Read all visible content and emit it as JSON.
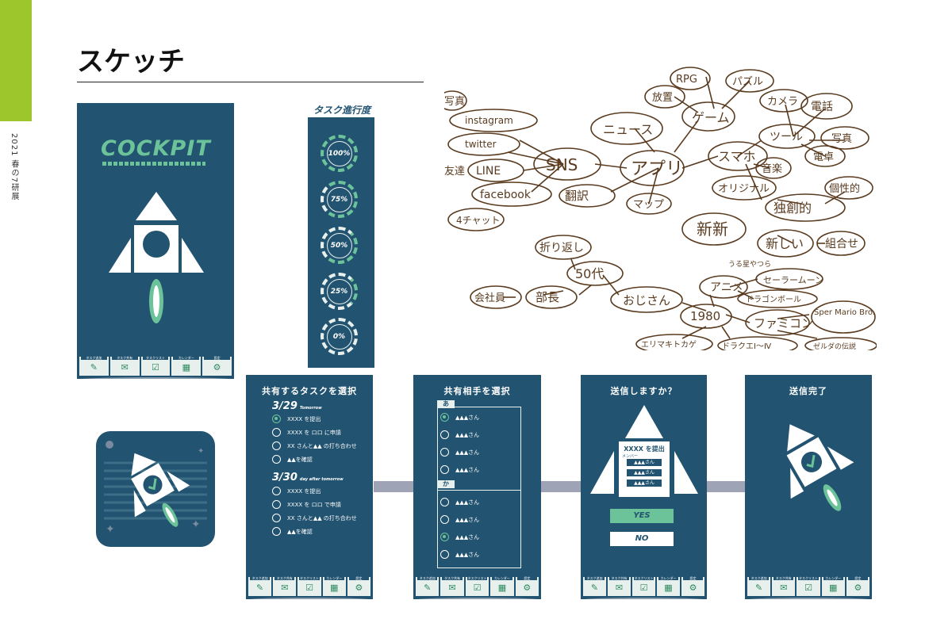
{
  "sidebar": {
    "label": "2021 春の7研展",
    "accent_color": "#9dc62c"
  },
  "page_title": "スケッチ",
  "cockpit": {
    "logo": "COCKPIT"
  },
  "progress": {
    "title": "タスク進行度",
    "levels": [
      "100%",
      "75%",
      "50%",
      "25%",
      "0%"
    ]
  },
  "nav": {
    "tabs": [
      {
        "label": "タスク追加",
        "icon": "pencil-icon"
      },
      {
        "label": "タスク共有",
        "icon": "mail-icon"
      },
      {
        "label": "タスクリスト",
        "icon": "checklist-icon"
      },
      {
        "label": "カレンダー",
        "icon": "calendar-icon"
      },
      {
        "label": "設定",
        "icon": "gear-icon"
      }
    ]
  },
  "screen_task": {
    "title": "共有するタスクを選択",
    "groups": [
      {
        "date": "3/29",
        "sub": "Tomorrow",
        "items": [
          "XXXX を提出",
          "XXXX を ロロ に申請",
          "XX さんと▲▲ の打ち合わせ",
          "▲▲を確認"
        ]
      },
      {
        "date": "3/30",
        "sub": "day after tomorrow",
        "items": [
          "XXXX を提出",
          "XXXX を ロロ で申請",
          "XX さんと▲▲ の打ち合わせ",
          "▲▲を確認"
        ]
      }
    ]
  },
  "screen_partner": {
    "title": "共有相手を選択",
    "sections": [
      {
        "head": "あ",
        "items": [
          "▲▲▲さん",
          "▲▲▲さん",
          "▲▲▲さん",
          "▲▲▲さん"
        ]
      },
      {
        "head": "か",
        "items": [
          "▲▲▲さん",
          "▲▲▲さん",
          "▲▲▲さん",
          "▲▲▲さん"
        ]
      }
    ]
  },
  "screen_send": {
    "title": "送信しますか？",
    "card_title": "XXXX を提出",
    "member_label": "メンバー",
    "members": [
      "▲▲▲さん",
      "▲▲▲さん",
      "▲▲▲さん"
    ],
    "yes": "YES",
    "no": "NO"
  },
  "screen_done": {
    "title": "送信完了"
  },
  "mindmap": {
    "nodes": [
      "写真",
      "instagram",
      "twitter",
      "LINE",
      "facebook",
      "4チャット",
      "SNS",
      "ニュース",
      "アプリ",
      "翻訳",
      "マップ",
      "ゲーム",
      "RPG",
      "パズル",
      "放置",
      "カメラ",
      "電話",
      "ツール",
      "写真",
      "電卓",
      "スマホ",
      "音楽",
      "オリジナル",
      "独創的",
      "個性的",
      "新新",
      "新しい",
      "組合せ",
      "折り返し",
      "50代",
      "会社員",
      "部長",
      "おじさん",
      "アニメ",
      "セーラームーン",
      "うる星やつら",
      "ドラゴンボール",
      "1980",
      "ファミコン",
      "Sper Mario Bro.",
      "エリマキトカゲ",
      "ドラクエⅠ〜Ⅳ",
      "ゼルダの伝説",
      "友達"
    ]
  },
  "colors": {
    "screen": "#225370",
    "accent": "#6cc39a",
    "connector": "#9ea4b5",
    "ink": "#5a3b1f"
  }
}
